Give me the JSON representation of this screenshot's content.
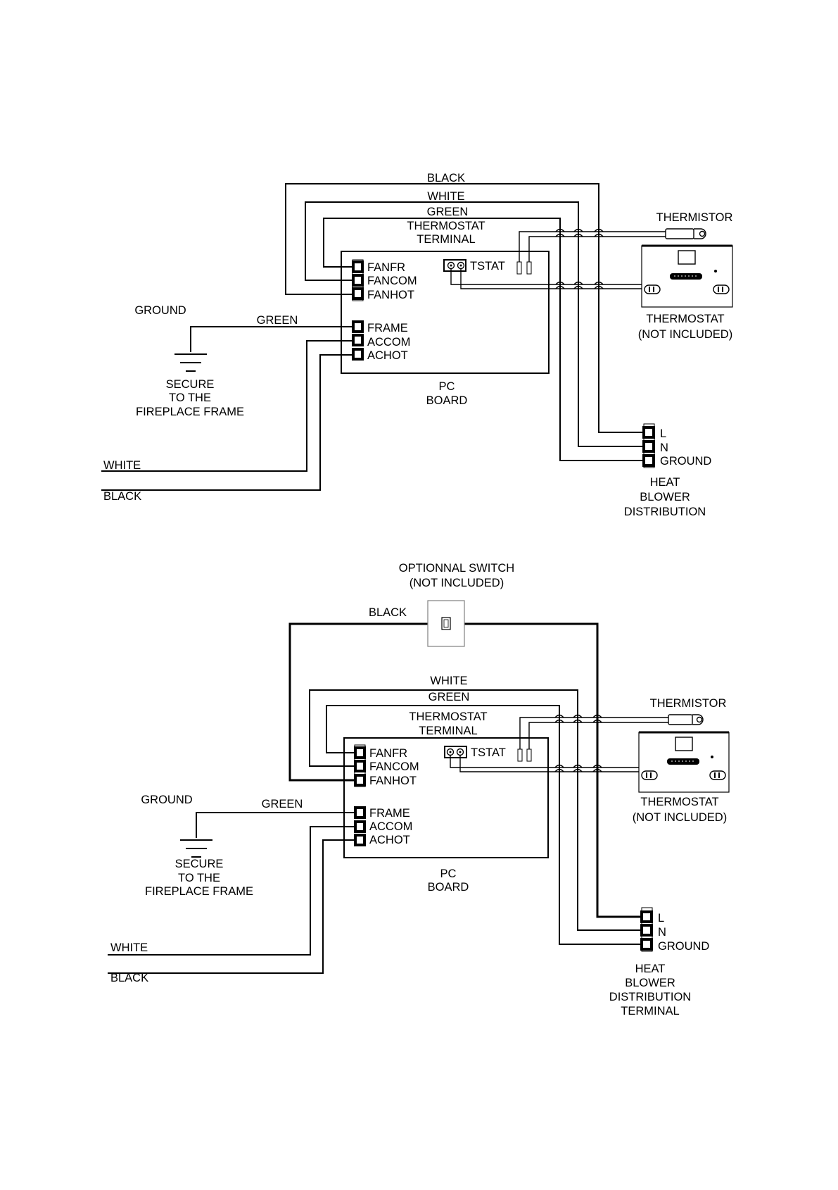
{
  "diagram1": {
    "wire_black": "BLACK",
    "wire_white": "WHITE",
    "wire_green": "GREEN",
    "thermostat_terminal": [
      "THERMOSTAT",
      "TERMINAL"
    ],
    "thermistor": "THERMISTOR",
    "terminals_left": [
      "FANFR",
      "FANCOM",
      "FANHOT"
    ],
    "terminals_power": [
      "FRAME",
      "ACCOM",
      "ACHOT"
    ],
    "tstat": "TSTAT",
    "ground": "GROUND",
    "ground_wire": "GREEN",
    "secure": [
      "SECURE",
      "TO THE",
      "FIREPLACE FRAME"
    ],
    "pc_board": [
      "PC",
      "BOARD"
    ],
    "thermostat": [
      "THERMOSTAT",
      "(NOT INCLUDED)"
    ],
    "supply_white": "WHITE",
    "supply_black": "BLACK",
    "distribution_terminals": [
      "L",
      "N",
      "GROUND"
    ],
    "distribution_caption": [
      "HEAT",
      "BLOWER",
      "DISTRIBUTION"
    ]
  },
  "diagram2": {
    "switch_caption": [
      "OPTIONNAL SWITCH",
      "(NOT INCLUDED)"
    ],
    "wire_black": "BLACK",
    "wire_white": "WHITE",
    "wire_green": "GREEN",
    "thermostat_terminal": [
      "THERMOSTAT",
      "TERMINAL"
    ],
    "thermistor": "THERMISTOR",
    "terminals_left": [
      "FANFR",
      "FANCOM",
      "FANHOT"
    ],
    "terminals_power": [
      "FRAME",
      "ACCOM",
      "ACHOT"
    ],
    "tstat": "TSTAT",
    "ground": "GROUND",
    "ground_wire": "GREEN",
    "secure": [
      "SECURE",
      "TO THE",
      "FIREPLACE FRAME"
    ],
    "pc_board": [
      "PC",
      "BOARD"
    ],
    "thermostat": [
      "THERMOSTAT",
      "(NOT INCLUDED)"
    ],
    "supply_white": "WHITE",
    "supply_black": "BLACK",
    "distribution_terminals": [
      "L",
      "N",
      "GROUND"
    ],
    "distribution_caption": [
      "HEAT",
      "BLOWER",
      "DISTRIBUTION",
      "TERMINAL"
    ]
  }
}
